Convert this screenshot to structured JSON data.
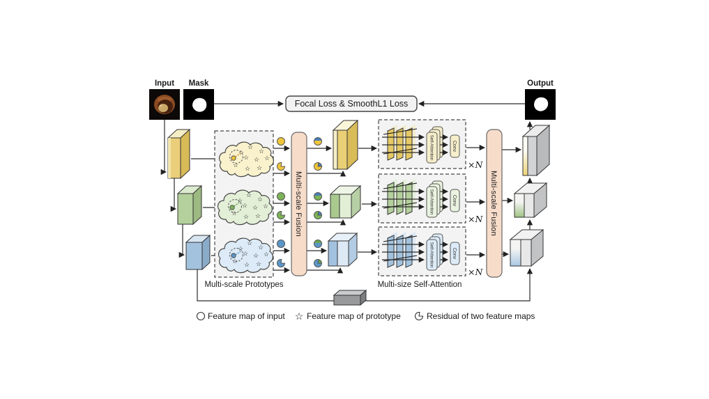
{
  "figure": {
    "input_label": "Input",
    "mask_label": "Mask",
    "output_label": "Output",
    "loss_label": "Focal Loss & SmoothL1 Loss",
    "fusion_label": "Multi-scale Fusion",
    "prototypes_label": "Multi-scale Prototypes",
    "self_attention_section_label": "Multi-size Self-Attention",
    "self_attention_block_label": "Self-Attention",
    "conv_label": "Conv",
    "repeat_label": "×N"
  },
  "legend": {
    "items": [
      {
        "icon": "circle-icon",
        "label": "Feature map of input"
      },
      {
        "icon": "star-icon",
        "label": "Feature map of prototype"
      },
      {
        "icon": "pacman-icon",
        "label": "Residual of two feature maps"
      }
    ]
  },
  "colors": {
    "scale_large_yellow": "#e9cf75",
    "scale_medium_green": "#b4d09c",
    "scale_small_blue": "#a3c2dd",
    "fusion_box_pink": "#f7dcca",
    "residual_accent_blue": "#4a7fb5",
    "residual_accent_green": "#6aa84f",
    "panel_gray": "#f3f3f3",
    "arrow_dark": "#2b2b2b"
  }
}
